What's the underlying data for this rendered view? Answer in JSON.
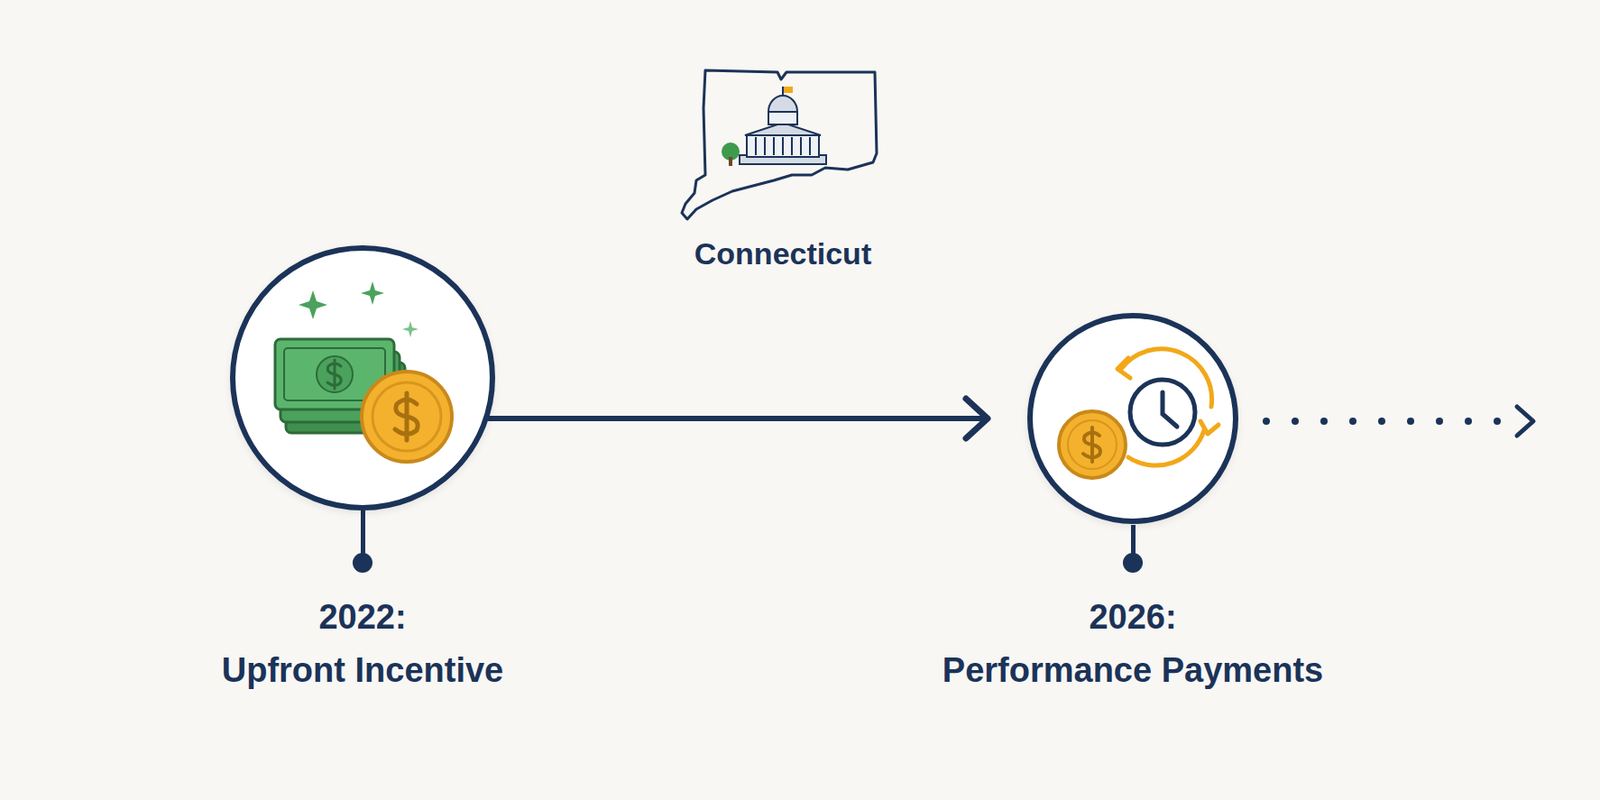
{
  "diagram": {
    "nodes": [
      {
        "text": [
          "2022:",
          "Upfront Incentive"
        ]
      },
      {
        "text": [
          "2026:",
          "Performance Payments"
        ]
      }
    ],
    "edges": [
      {
        "from": 0,
        "to": 1,
        "arrow": "to"
      }
    ],
    "labels": [
      "Connecticut"
    ]
  }
}
